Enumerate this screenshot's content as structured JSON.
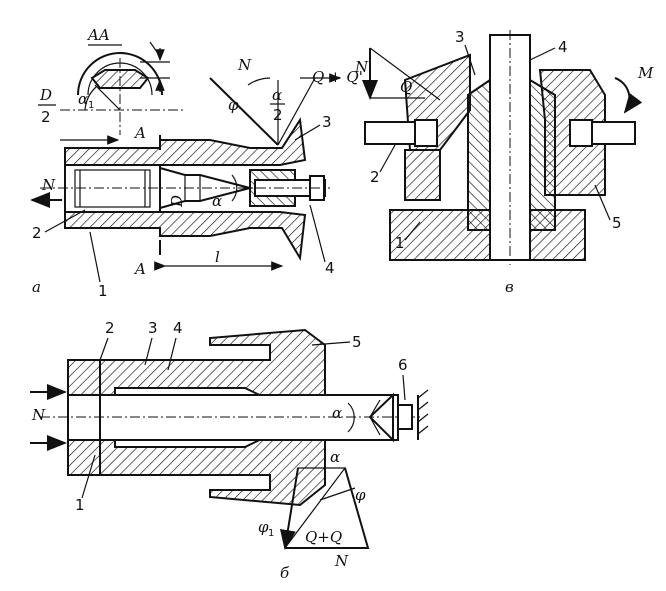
{
  "panels": {
    "a": {
      "caption": "а",
      "section_label": "AA",
      "labels": {
        "N": "N",
        "D_half_num": "D",
        "D_half_den": "2",
        "alpha1": "α",
        "alpha1_sub": "1",
        "A1": "A",
        "A2": "A",
        "D": "D",
        "alpha": "α",
        "l": "l",
        "phi": "φ",
        "alpha_half_num": "α",
        "alpha_half_den": "2",
        "N_force": "N",
        "QQ": "Q + Q'"
      },
      "parts": [
        "1",
        "2",
        "3",
        "4"
      ]
    },
    "b": {
      "caption": "б",
      "labels": {
        "N": "N",
        "alpha1": "α",
        "alpha2": "α",
        "phi": "φ",
        "phi1": "φ",
        "phi1_sub": "1",
        "QQ": "Q+Q",
        "N_force": "N"
      },
      "parts": [
        "1",
        "2",
        "3",
        "4",
        "5",
        "6"
      ]
    },
    "v": {
      "caption": "в",
      "labels": {
        "N": "N",
        "Q": "Q",
        "M": "M"
      },
      "parts": [
        "1",
        "2",
        "3",
        "4",
        "5"
      ]
    }
  }
}
